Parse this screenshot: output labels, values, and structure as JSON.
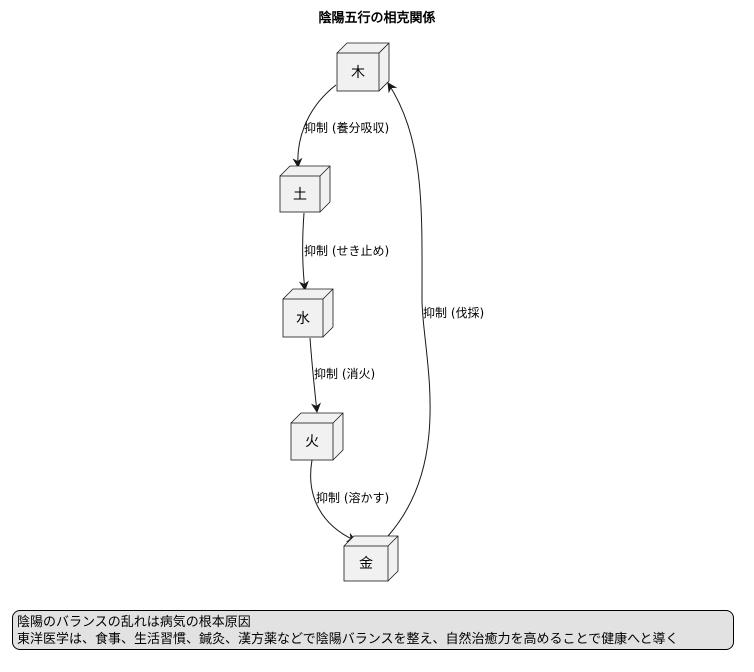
{
  "title": "陰陽五行の相克関係",
  "nodes": {
    "wood": "木",
    "earth": "土",
    "water": "水",
    "fire": "火",
    "metal": "金"
  },
  "edges": {
    "wood_to_earth": "抑制 (養分吸収)",
    "earth_to_water": "抑制 (せき止め)",
    "water_to_fire": "抑制 (消火)",
    "fire_to_metal": "抑制 (溶かす)",
    "metal_to_wood": "抑制 (伐採)"
  },
  "legend": {
    "line1": "陰陽のバランスの乱れは病気の根本原因",
    "line2": "東洋医学は、食事、生活習慣、鍼灸、漢方薬などで陰陽バランスを整え、自然治癒力を高めることで健康へと導く"
  },
  "colors": {
    "node_fill": "#f1f1f1",
    "node_stroke": "#181818",
    "edge_stroke": "#181818",
    "legend_fill": "#e2e2e2"
  }
}
